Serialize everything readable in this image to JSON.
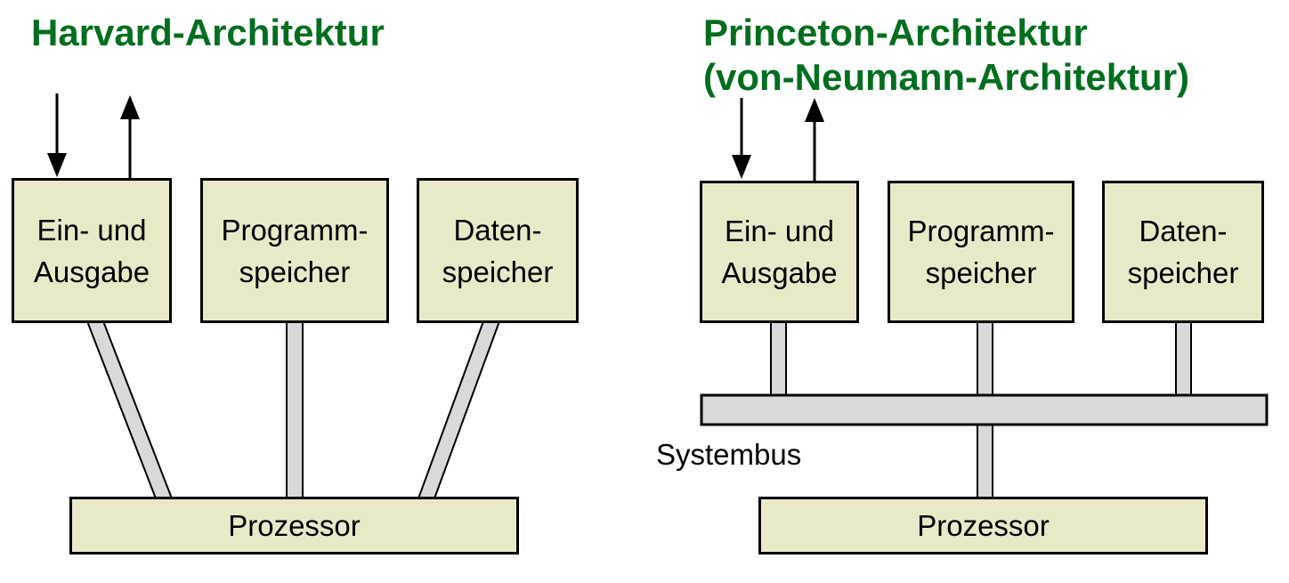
{
  "colors": {
    "title_green": "#006e1e",
    "box_fill": "#e9e9c8",
    "bus_fill": "#d9d9d9",
    "line_black": "#000000"
  },
  "left": {
    "title": "Harvard-Architektur",
    "boxes": [
      {
        "line1": "Ein- und",
        "line2": "Ausgabe"
      },
      {
        "line1": "Programm-",
        "line2": "speicher"
      },
      {
        "line1": "Daten-",
        "line2": "speicher"
      }
    ],
    "processor": "Prozessor"
  },
  "right": {
    "title_line1": "Princeton-Architektur",
    "title_line2": "(von-Neumann-Architektur)",
    "boxes": [
      {
        "line1": "Ein- und",
        "line2": "Ausgabe"
      },
      {
        "line1": "Programm-",
        "line2": "speicher"
      },
      {
        "line1": "Daten-",
        "line2": "speicher"
      }
    ],
    "bus_label": "Systembus",
    "processor": "Prozessor"
  }
}
